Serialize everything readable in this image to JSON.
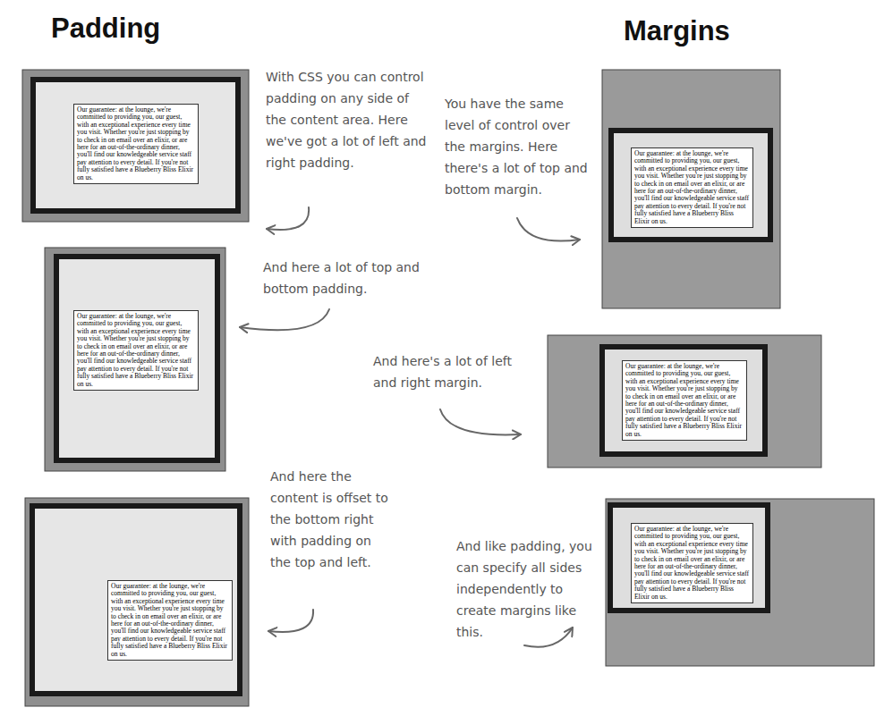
{
  "diagram": {
    "nodes": [
      {
        "text": [
          "Our guarantee: at the lounge, we're committed to providing you, our guest, with an exceptional experience every time you visit. Whether you're just stopping by to check in on email over an elixir, or are here for an out-of-the-ordinary dinner, you'll find our knowledgeable service staff pay attention to every detail. If you're not fully satisfied have a Blueberry Bliss Elixir on us."
        ]
      },
      {
        "text": [
          "Our guarantee: at the lounge, we're committed to providing you, our guest, with an exceptional experience every time you visit. Whether you're just stopping by to check in on email over an elixir, or are here for an out-of-the-ordinary dinner, you'll find our knowledgeable service staff pay attention to every detail. If you're not fully satisfied have a Blueberry Bliss Elixir on us."
        ]
      },
      {
        "text": [
          "Our guarantee: at the lounge, we're committed to providing you, our guest, with an exceptional experience every time you visit. Whether you're just stopping by to check in on email over an elixir, or are here for an out-of-the-ordinary dinner, you'll find our knowledgeable service staff pay attention to every detail. If you're not fully satisfied have a Blueberry Bliss Elixir on us."
        ]
      },
      {
        "text": [
          "Our guarantee: at the lounge, we're committed to providing you, our guest, with an exceptional experience every time you visit. Whether you're just stopping by to check in on email over an elixir, or are here for an out-of-the-ordinary dinner, you'll find our knowledgeable service staff pay attention to every detail. If you're not fully satisfied have a Blueberry Bliss Elixir on us."
        ]
      },
      {
        "text": [
          "Our guarantee: at the lounge, we're committed to providing you, our guest, with an exceptional experience every time you visit. Whether you're just stopping by to check in on email over an elixir, or are here for an out-of-the-ordinary dinner, you'll find our knowledgeable service staff pay attention to every detail. If you're not fully satisfied have a Blueberry Bliss Elixir on us."
        ]
      },
      {
        "text": [
          "Our guarantee: at the lounge, we're committed to providing you, our guest, with an exceptional experience every time you visit. Whether you're just stopping by to check in on email over an elixir, or are here for an out-of-the-ordinary dinner, you'll find our knowledgeable service staff pay attention to every detail. If you're not fully satisfied have a Blueberry Bliss Elixir on us."
        ]
      }
    ],
    "labels": [
      "Padding",
      "Margins",
      "With CSS you can control padding on any side of the content area. Here we've got a lot of left and right padding.",
      "You have the same level of control over the margins. Here there's a lot of top and bottom margin.",
      "And here a lot of top and bottom padding.",
      "And here's a lot of left and right margin.",
      "And here the content is offset to the bottom right with padding on the top and left.",
      "And like padding, you can specify all sides independently to create margins like this."
    ]
  }
}
